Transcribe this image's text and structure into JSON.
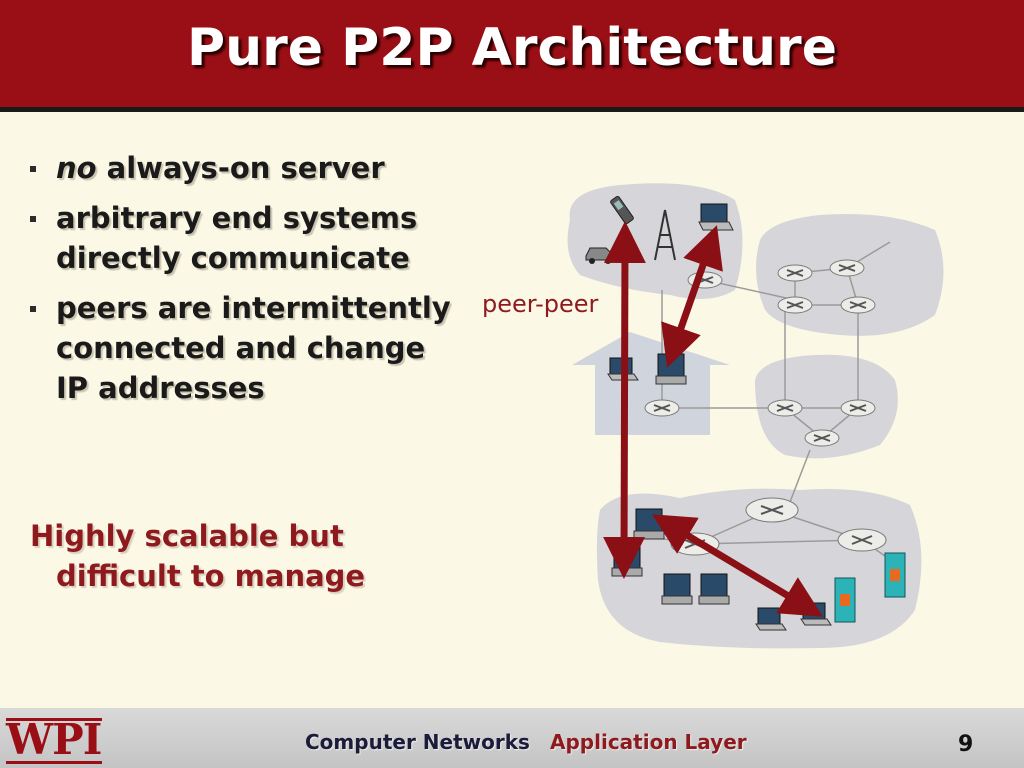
{
  "slide": {
    "title": "Pure P2P Architecture",
    "bullets": [
      {
        "emph": "no",
        "text": " always-on server"
      },
      {
        "emph": "",
        "text": "arbitrary end systems directly communicate"
      },
      {
        "emph": "",
        "text": "peers are intermittently connected and change IP addresses"
      }
    ],
    "bullet_lines": [
      [
        "no always-on server"
      ],
      [
        "arbitrary end systems",
        "directly communicate"
      ],
      [
        "peers are intermittently",
        "connected and change",
        "IP addresses"
      ]
    ],
    "scalable_line1": "Highly scalable but",
    "scalable_line2": "difficult to manage",
    "diagram_label": "peer-peer"
  },
  "footer": {
    "course": "Computer Networks",
    "topic": "Application Layer",
    "page": "9",
    "logo_text": "WPI"
  },
  "colors": {
    "title_bar": "#9a0f16",
    "background": "#fcf8e6",
    "accent_text": "#8e1a1e",
    "arrow": "#8b1016",
    "network_cloud": "#d6d6da"
  },
  "icons": [
    "router-icon",
    "desktop-computer-icon",
    "laptop-icon",
    "cellphone-icon",
    "car-icon",
    "cell-tower-icon",
    "server-icon",
    "house-icon"
  ]
}
